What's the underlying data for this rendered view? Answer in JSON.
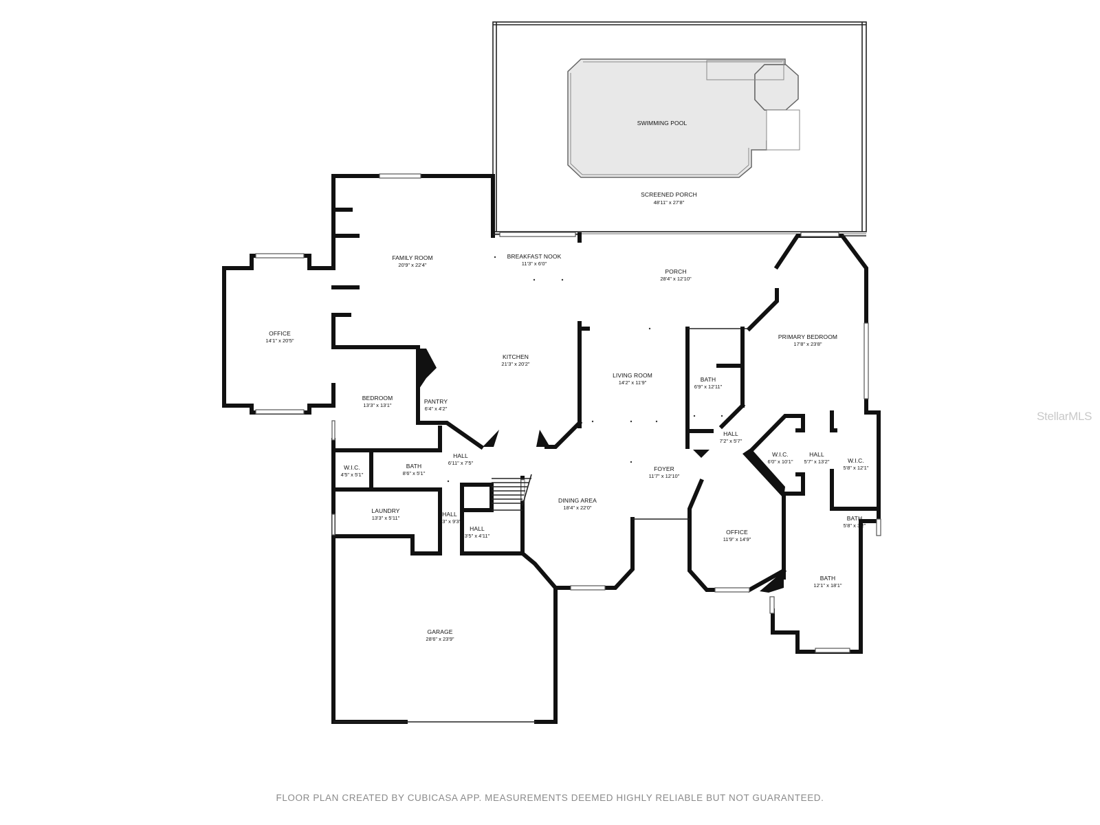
{
  "rooms": [
    {
      "name": "SWIMMING POOL",
      "dims": ""
    },
    {
      "name": "SCREENED PORCH",
      "dims": "48'11\" x 27'8\""
    },
    {
      "name": "FAMILY ROOM",
      "dims": "20'9\" x 22'4\""
    },
    {
      "name": "BREAKFAST NOOK",
      "dims": "11'3\" x 6'0\""
    },
    {
      "name": "PORCH",
      "dims": "28'4\" x 12'10\""
    },
    {
      "name": "PRIMARY BEDROOM",
      "dims": "17'8\" x 23'8\""
    },
    {
      "name": "OFFICE",
      "dims": "14'1\" x 20'5\""
    },
    {
      "name": "KITCHEN",
      "dims": "21'3\" x 20'2\""
    },
    {
      "name": "LIVING ROOM",
      "dims": "14'2\" x 11'9\""
    },
    {
      "name": "BATH",
      "dims": "6'9\" x 12'11\""
    },
    {
      "name": "BEDROOM",
      "dims": "13'3\" x 13'1\""
    },
    {
      "name": "PANTRY",
      "dims": "6'4\" x 4'2\""
    },
    {
      "name": "HALL",
      "dims": "7'2\" x 5'7\""
    },
    {
      "name": "HALL",
      "dims": "6'11\" x 7'5\""
    },
    {
      "name": "W.I.C.",
      "dims": "4'5\" x 5'1\""
    },
    {
      "name": "BATH",
      "dims": "8'6\" x 5'1\""
    },
    {
      "name": "W.I.C.",
      "dims": "6'0\" x 10'1\""
    },
    {
      "name": "HALL",
      "dims": "5'7\" x 13'2\""
    },
    {
      "name": "W.I.C.",
      "dims": "5'8\" x 12'1\""
    },
    {
      "name": "FOYER",
      "dims": "11'7\" x 12'10\""
    },
    {
      "name": "LAUNDRY",
      "dims": "13'3\" x 5'11\""
    },
    {
      "name": "DINING AREA",
      "dims": "18'4\" x 22'0\""
    },
    {
      "name": "HALL",
      "dims": "3'3\" x 9'3\""
    },
    {
      "name": "HALL",
      "dims": "3'5\" x 4'11\""
    },
    {
      "name": "OFFICE",
      "dims": "11'9\" x 14'9\""
    },
    {
      "name": "BATH",
      "dims": "5'8\" x 3'2\""
    },
    {
      "name": "BATH",
      "dims": "12'1\" x 18'1\""
    },
    {
      "name": "GARAGE",
      "dims": "28'6\" x 23'9\""
    }
  ],
  "footer": "FLOOR PLAN CREATED BY CUBICASA APP. MEASUREMENTS DEEMED HIGHLY RELIABLE BUT NOT GUARANTEED.",
  "watermark": "StellarMLS",
  "colors": {
    "wall": "#111111",
    "pool": "#e8e8e8",
    "footer": "#8a8a8a",
    "watermark": "#c9c9c9"
  }
}
